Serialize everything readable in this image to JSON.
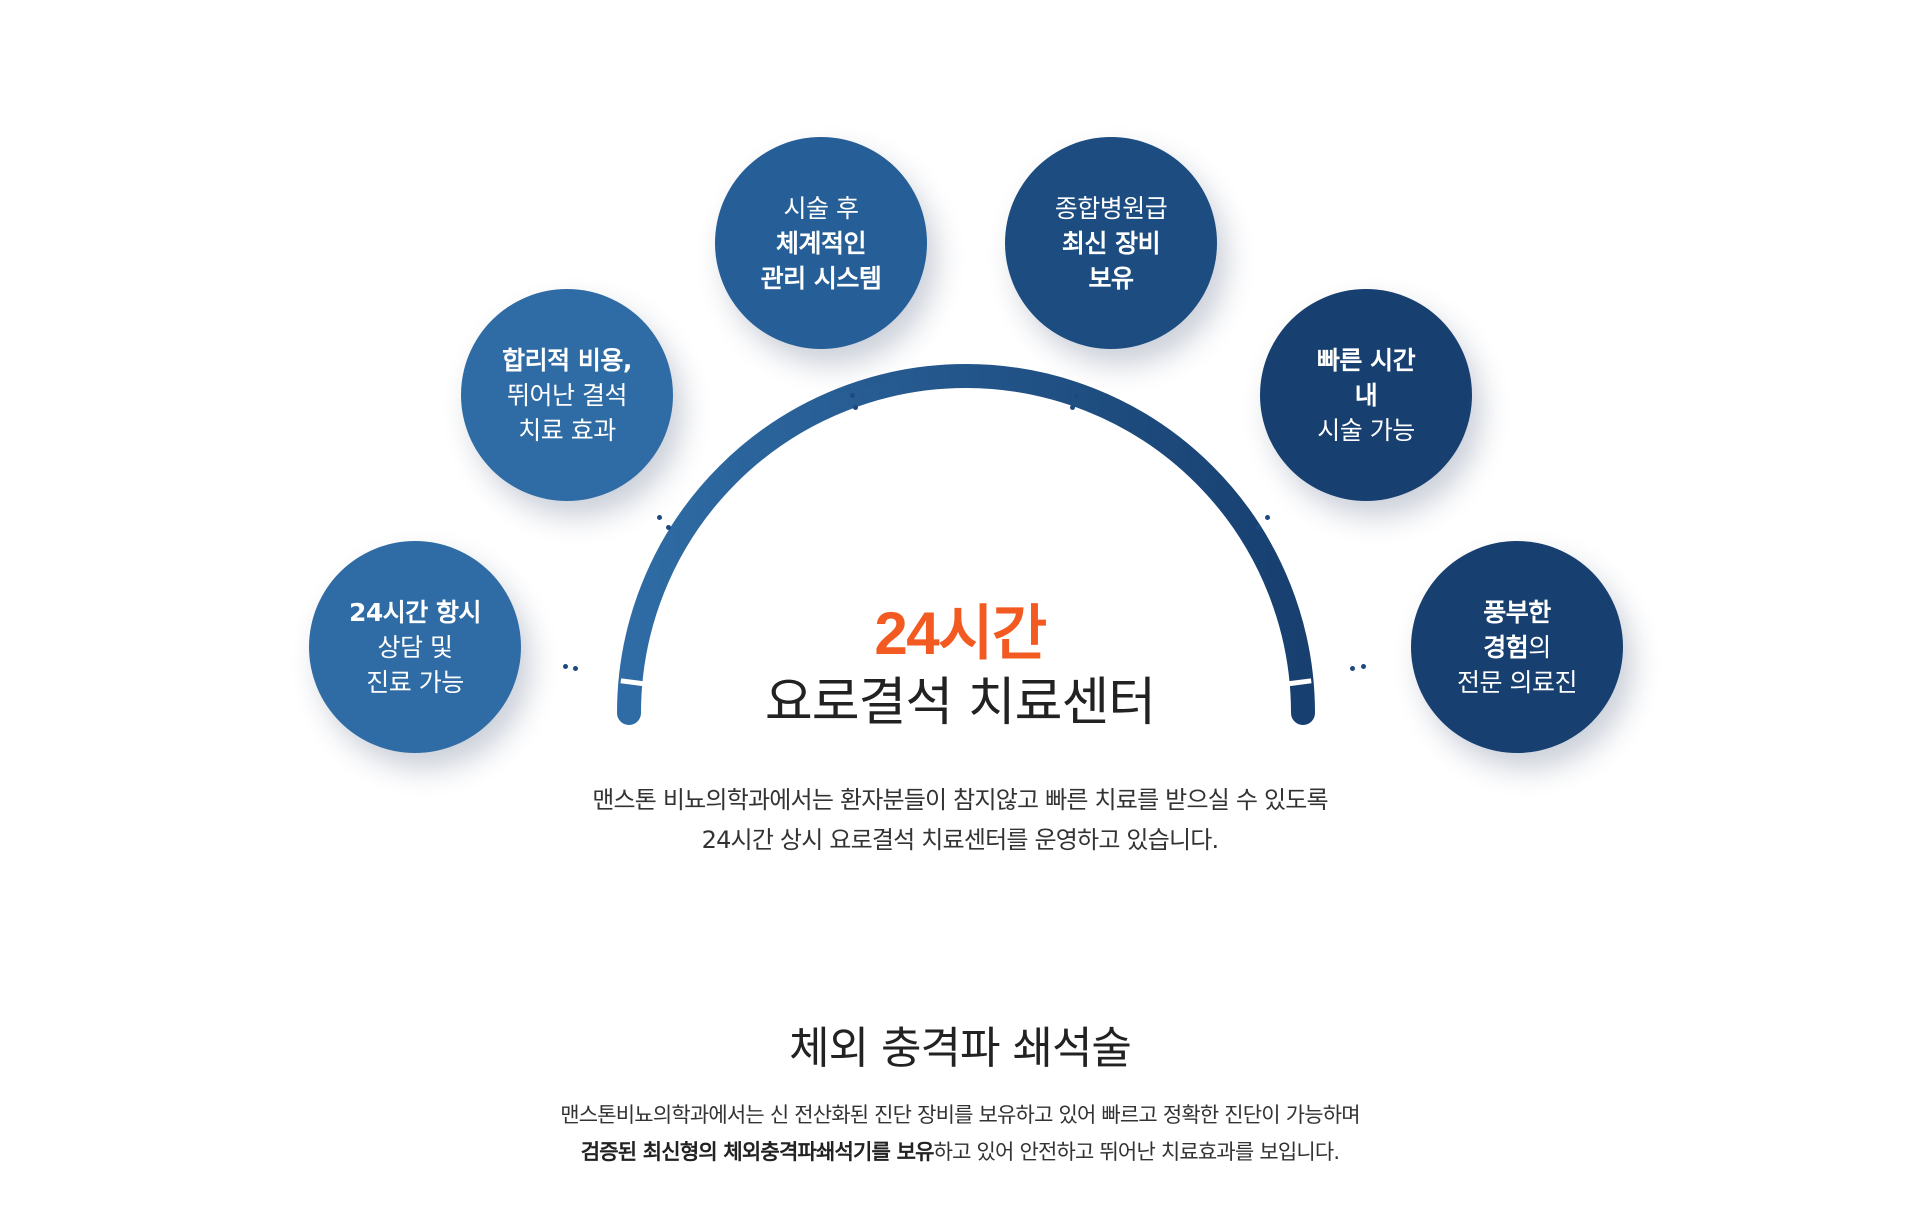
{
  "features": [
    {
      "id": "f1",
      "lines": [
        {
          "bold": "24시간 항시"
        },
        {
          "text": "상담 및"
        },
        {
          "text": "진료 가능"
        }
      ]
    },
    {
      "id": "f2",
      "lines": [
        {
          "bold": "합리적 비용,"
        },
        {
          "text": "뛰어난 결석"
        },
        {
          "text": "치료 효과"
        }
      ]
    },
    {
      "id": "f3",
      "lines": [
        {
          "text": "시술 후"
        },
        {
          "bold": "체계적인"
        },
        {
          "bold": "관리 시스템"
        }
      ]
    },
    {
      "id": "f4",
      "lines": [
        {
          "text": "종합병원급"
        },
        {
          "bold": "최신 장비"
        },
        {
          "bold": "보유"
        }
      ]
    },
    {
      "id": "f5",
      "lines": [
        {
          "bold": "빠른 시간"
        },
        {
          "bold": "내"
        },
        {
          "text": "시술 가능"
        }
      ]
    },
    {
      "id": "f6",
      "lines": [
        {
          "bold": "풍부한"
        },
        {
          "bold": "경험",
          "text": "의"
        },
        {
          "text": "전문 의료진"
        }
      ]
    }
  ],
  "center": {
    "highlight": "24시간",
    "title": "요로결석 치료센터"
  },
  "intro": [
    "맨스톤 비뇨의학과에서는 환자분들이 참지않고 빠른 치료를 받으실 수 있도록",
    "24시간 상시  요로결석 치료센터를 운영하고 있습니다."
  ],
  "section": {
    "title": "체외 충격파 쇄석술",
    "line1": "맨스톤비뇨의학과에서는 신 전산화된 진단 장비를 보유하고 있어 빠르고 정확한 진단이 가능하며",
    "line2_bold": "검증된 최신형의 체외충격파쇄석기를 보유",
    "line2_rest": "하고 있어 안전하고 뛰어난 치료효과를 보입니다."
  },
  "colors": {
    "accent": "#f25a22",
    "navy": "#1d4c80",
    "arc": "#24578f"
  }
}
